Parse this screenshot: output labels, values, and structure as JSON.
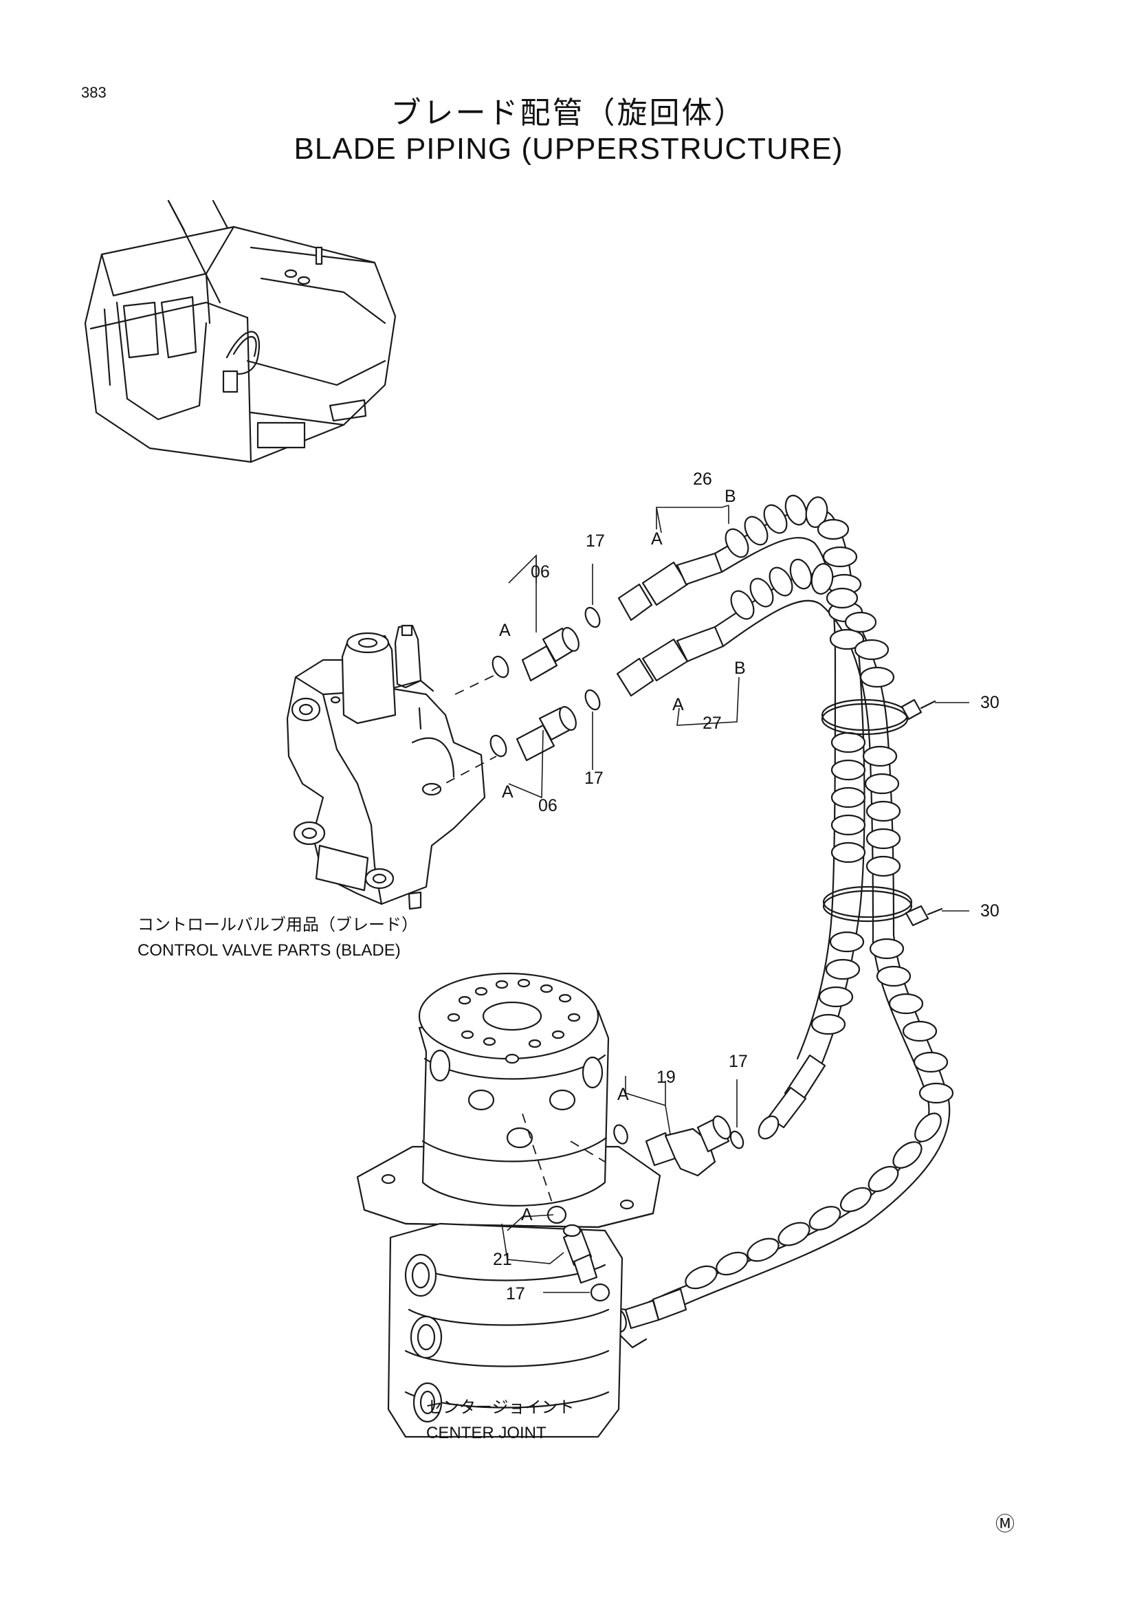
{
  "page": {
    "number": "383"
  },
  "title": {
    "japanese": "ブレード配管（旋回体）",
    "english": "BLADE PIPING (UPPERSTRUCTURE)"
  },
  "assemblies": {
    "control_valve": {
      "japanese": "コントロールバルブ用品（ブレード）",
      "english": "CONTROL VALVE PARTS (BLADE)"
    },
    "center_joint": {
      "japanese": "センタージョイント",
      "english": "CENTER JOINT"
    }
  },
  "callouts": {
    "hose_upper": "26",
    "hose_lower": "27",
    "adapter_upper": "06",
    "adapter_lower": "06",
    "oring_1": "17",
    "oring_2": "17",
    "oring_3": "17",
    "oring_4": "17",
    "elbow": "19",
    "adapter_center": "21",
    "clamp_upper": "30",
    "clamp_lower": "30"
  },
  "connection_letters": {
    "hose26_a": "A",
    "hose26_b": "B",
    "hose27_a": "A",
    "hose27_b": "B",
    "adapter06_upper_a": "A",
    "adapter06_lower_a": "A",
    "elbow19_a": "A",
    "adapter21_a": "A"
  },
  "mark": {
    "symbol": "Ⓜ"
  }
}
